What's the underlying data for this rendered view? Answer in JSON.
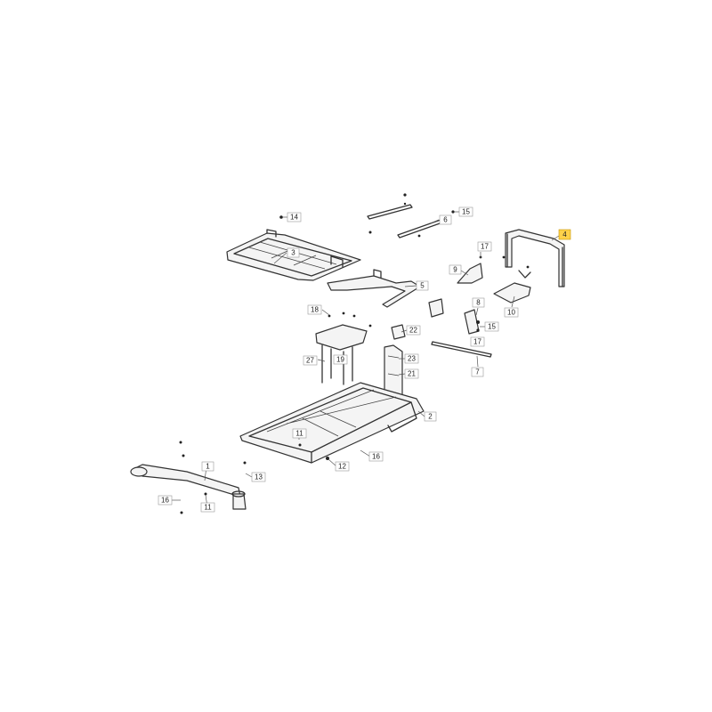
{
  "colors": {
    "line": "#333333",
    "callout_border": "#999999",
    "highlight": "#ffd24a"
  },
  "callouts": [
    {
      "key": "c14",
      "label": "14"
    },
    {
      "key": "c3",
      "label": "3"
    },
    {
      "key": "c15a",
      "label": "15"
    },
    {
      "key": "c6",
      "label": "6"
    },
    {
      "key": "c4",
      "label": "4",
      "highlighted": true
    },
    {
      "key": "c17a",
      "label": "17"
    },
    {
      "key": "c9",
      "label": "9"
    },
    {
      "key": "c5",
      "label": "5"
    },
    {
      "key": "c10",
      "label": "10"
    },
    {
      "key": "c8",
      "label": "8"
    },
    {
      "key": "c15b",
      "label": "15"
    },
    {
      "key": "c17b",
      "label": "17"
    },
    {
      "key": "c18",
      "label": "18"
    },
    {
      "key": "c22",
      "label": "22"
    },
    {
      "key": "c7",
      "label": "7"
    },
    {
      "key": "c27",
      "label": "27"
    },
    {
      "key": "c19",
      "label": "19"
    },
    {
      "key": "c23",
      "label": "23"
    },
    {
      "key": "c21",
      "label": "21"
    },
    {
      "key": "c2",
      "label": "2"
    },
    {
      "key": "c11a",
      "label": "11"
    },
    {
      "key": "c16a",
      "label": "16"
    },
    {
      "key": "c12",
      "label": "12"
    },
    {
      "key": "c1",
      "label": "1"
    },
    {
      "key": "c13",
      "label": "13"
    },
    {
      "key": "c16b",
      "label": "16"
    },
    {
      "key": "c11b",
      "label": "11"
    }
  ]
}
